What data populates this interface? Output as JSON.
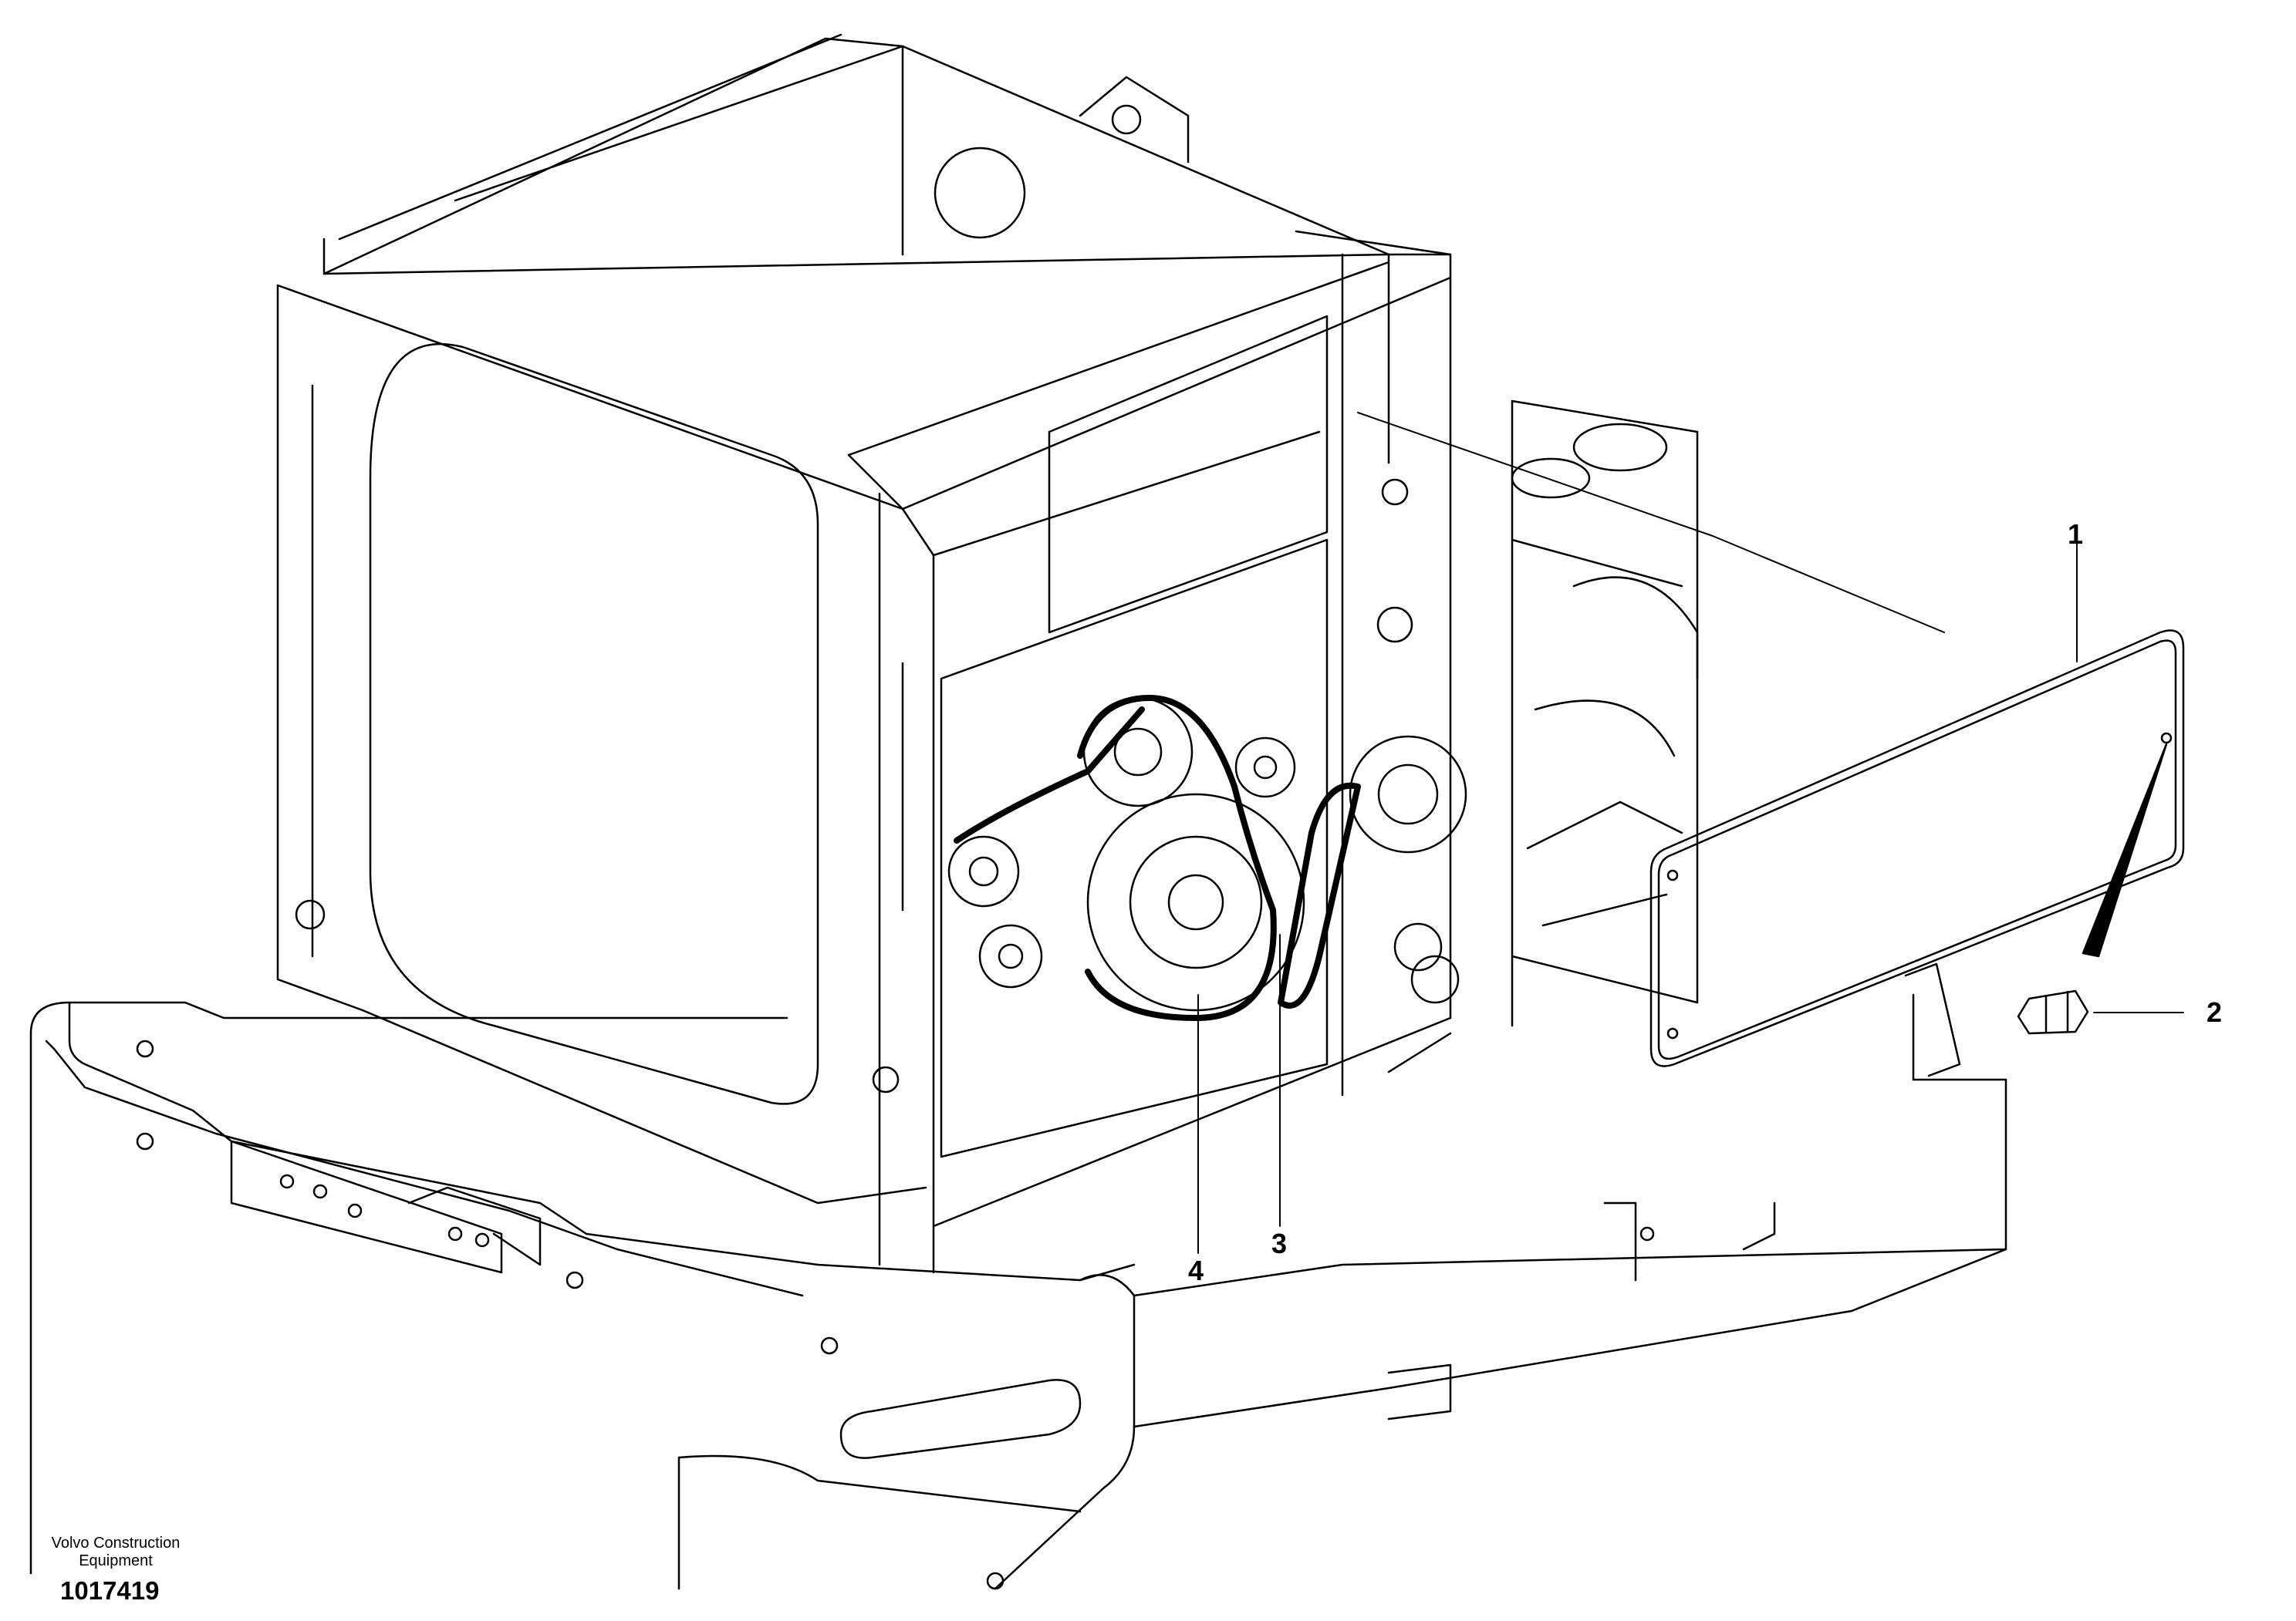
{
  "callouts": [
    {
      "id": "1",
      "label": "1"
    },
    {
      "id": "2",
      "label": "2"
    },
    {
      "id": "3",
      "label": "3"
    },
    {
      "id": "4",
      "label": "4"
    }
  ],
  "credit": {
    "line1": "Volvo Construction",
    "line2": "Equipment"
  },
  "drawing_number": "1017419",
  "colors": {
    "line": "#000000",
    "background": "#ffffff"
  }
}
